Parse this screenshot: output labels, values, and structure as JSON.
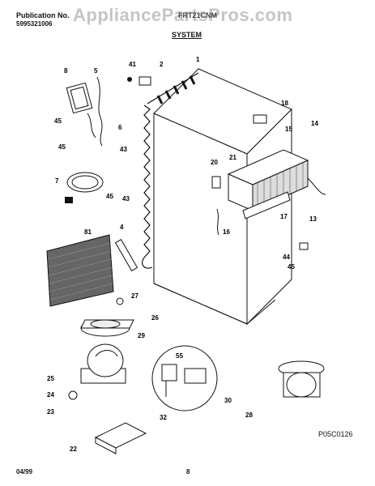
{
  "header": {
    "publication_label": "Publication No.",
    "publication_number": "5995321006",
    "model_number": "FRT21CNM",
    "section_title": "SYSTEM"
  },
  "watermark": "AppliancePartsPros.com",
  "footer": {
    "date": "04/99",
    "page": "8"
  },
  "diagram_code": "P05C0126",
  "callouts": [
    "1",
    "2",
    "41",
    "8",
    "5",
    "45",
    "6",
    "45",
    "43",
    "7",
    "45",
    "43",
    "18",
    "15",
    "14",
    "21",
    "20",
    "13",
    "17",
    "16",
    "4",
    "81",
    "44",
    "45",
    "27",
    "26",
    "29",
    "55",
    "25",
    "24",
    "23",
    "30",
    "32",
    "28",
    "22"
  ]
}
